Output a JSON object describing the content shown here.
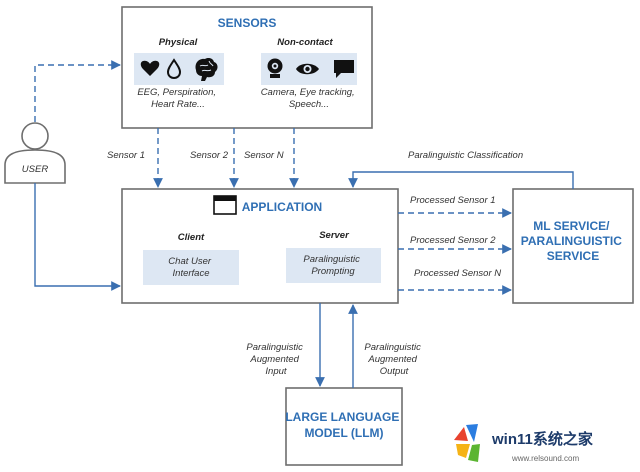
{
  "sensors": {
    "title": "SENSORS",
    "physical": {
      "heading": "Physical",
      "icons": [
        "heart-icon",
        "drop-icon",
        "brain-icon"
      ],
      "caption_lines": [
        "EEG, Perspiration,",
        "Heart Rate..."
      ]
    },
    "non_contact": {
      "heading": "Non-contact",
      "icons": [
        "webcam-icon",
        "eye-icon",
        "speech-bubble-icon"
      ],
      "caption_lines": [
        "Camera, Eye tracking,",
        "Speech..."
      ]
    }
  },
  "user": {
    "label": "USER"
  },
  "application": {
    "title": "APPLICATION",
    "icon": "window-icon",
    "client": {
      "heading": "Client",
      "lines": [
        "Chat User",
        "Interface"
      ]
    },
    "server": {
      "heading": "Server",
      "lines": [
        "Paralinguistic",
        "Prompting"
      ]
    }
  },
  "ml_service": {
    "lines": [
      "ML SERVICE/",
      "PARALINGUISTIC",
      "SERVICE"
    ]
  },
  "llm": {
    "lines": [
      "LARGE LANGUAGE",
      "MODEL (LLM)"
    ]
  },
  "edges": {
    "sensor1": "Sensor 1",
    "sensor2": "Sensor 2",
    "sensorN": "Sensor N",
    "classification": "Paralinguistic Classification",
    "processed1": "Processed Sensor 1",
    "processed2": "Processed Sensor 2",
    "processedN": "Processed Sensor N",
    "augmented_input": [
      "Paralinguistic",
      "Augmented",
      "Input"
    ],
    "augmented_output": [
      "Paralinguistic",
      "Augmented",
      "Output"
    ]
  },
  "watermark": {
    "name": "win11系统之家",
    "url": "www.relsound.com"
  },
  "colors": {
    "accent": "#2f6fb4",
    "edge": "#3a6fb0",
    "panel": "#dde7f3",
    "border": "#6e6e6e"
  }
}
